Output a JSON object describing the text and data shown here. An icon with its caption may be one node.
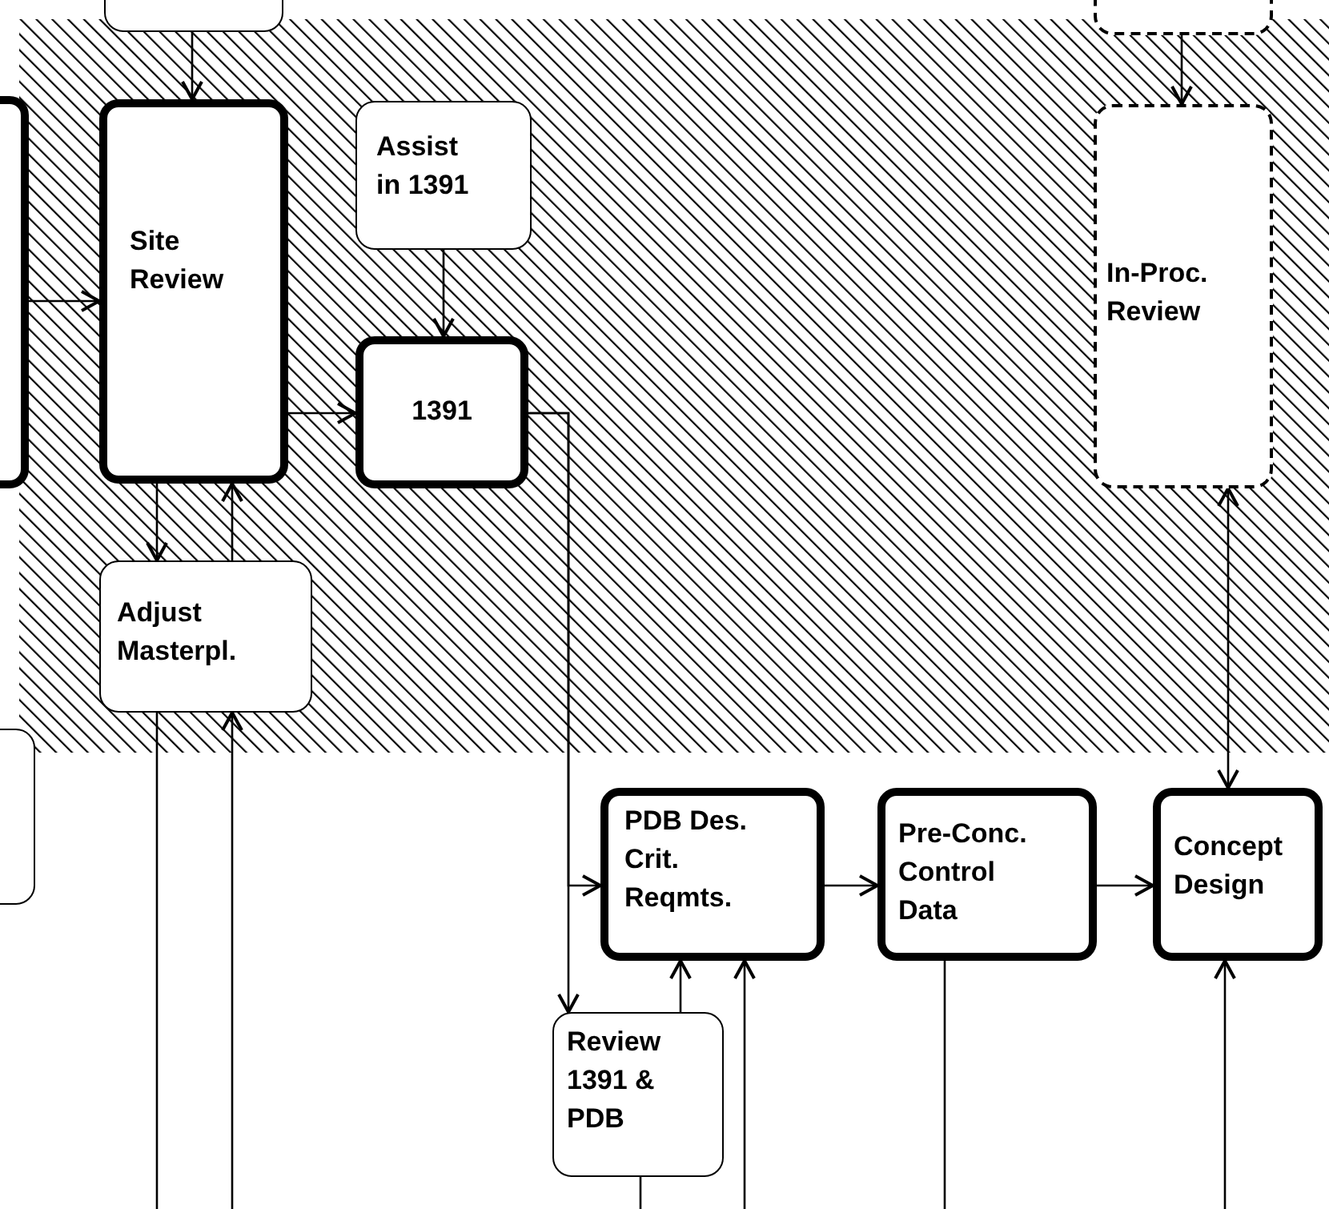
{
  "diagram": {
    "nodes": [
      {
        "text": [],
        "shape": "box"
      },
      {
        "text": [],
        "shape": "box"
      },
      {
        "text": [
          "Site Review"
        ]
      },
      {
        "text": [
          "Assist in 1391"
        ]
      },
      {
        "text": [
          "1391"
        ]
      },
      {
        "text": [
          "Adjust Masterpl."
        ]
      },
      {
        "text": [
          "In-Proc. Review"
        ]
      },
      {
        "text": [],
        "shape": "box"
      },
      {
        "text": [],
        "shape": "box"
      },
      {
        "text": [
          "PDB Des. Crit. Reqmts."
        ]
      },
      {
        "text": [
          "Pre-Conc. Control Data"
        ]
      },
      {
        "text": [
          "Concept Design"
        ]
      },
      {
        "text": [
          "Review 1391 & PDB"
        ]
      }
    ],
    "edges": [
      {
        "from": 0,
        "to": 2,
        "arrow": "to"
      },
      {
        "from": 1,
        "to": 2,
        "arrow": "to"
      },
      {
        "from": 3,
        "to": 4,
        "arrow": "to"
      },
      {
        "from": 2,
        "to": 4,
        "arrow": "to"
      },
      {
        "from": 2,
        "to": 5,
        "arrow": "to"
      },
      {
        "from": 5,
        "to": 2,
        "arrow": "to"
      },
      {
        "from": 7,
        "to": 6,
        "arrow": "to"
      },
      {
        "from": 4,
        "to": 12,
        "arrow": "to"
      },
      {
        "from": 4,
        "to": 9,
        "arrow": "to"
      },
      {
        "from": 12,
        "to": 9,
        "arrow": "to"
      },
      {
        "from": null,
        "to": 9,
        "arrow": "to"
      },
      {
        "from": 9,
        "to": 10,
        "arrow": "to"
      },
      {
        "from": 10,
        "to": 11,
        "arrow": "to"
      },
      {
        "from": null,
        "to": 11,
        "arrow": "to"
      },
      {
        "from": 11,
        "to": 6,
        "arrow": "both"
      },
      {
        "from": 5,
        "to": null,
        "arrow": "none"
      },
      {
        "from": null,
        "to": 5,
        "arrow": "to"
      },
      {
        "from": 12,
        "to": null,
        "arrow": "none"
      },
      {
        "from": 10,
        "to": null,
        "arrow": "none"
      }
    ]
  }
}
